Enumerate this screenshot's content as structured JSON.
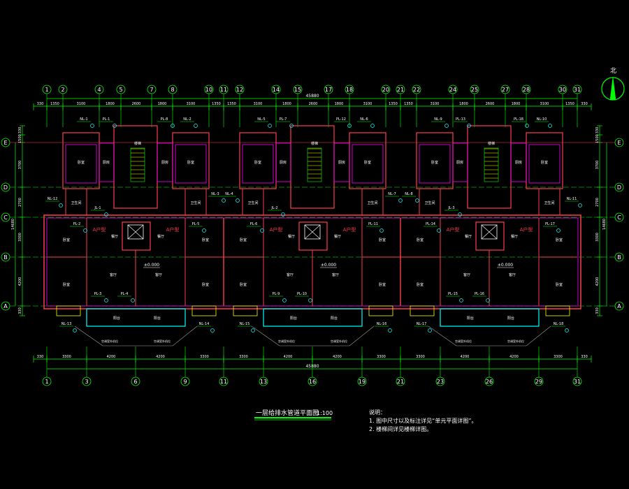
{
  "title": "一层给排水管道平面图",
  "scale": "1:100",
  "north_label": "北",
  "notes": {
    "heading": "说明：",
    "items": [
      "1. 图中尺寸以及标注详见“单元平面详图”。",
      "2. 楼梯间详见楼梯详图。"
    ]
  },
  "total_dimension": "45880",
  "overall_depth": "14680",
  "level_label": "±0.000",
  "top_axes": [
    "1",
    "2",
    "4",
    "5",
    "7",
    "8",
    "10",
    "11",
    "12",
    "14",
    "15",
    "17",
    "18",
    "20",
    "21",
    "22",
    "24",
    "25",
    "27",
    "28",
    "30",
    "31"
  ],
  "top_dims": [
    "330",
    "1350",
    "3100",
    "1800",
    "2600",
    "1800",
    "3100",
    "1350",
    "1350",
    "3100",
    "1800",
    "2600",
    "1800",
    "3100",
    "1350",
    "1350",
    "3100",
    "1800",
    "2600",
    "1800",
    "3100",
    "1350",
    "330"
  ],
  "bottom_axes": [
    "1",
    "3",
    "6",
    "9",
    "11",
    "13",
    "16",
    "19",
    "21",
    "23",
    "26",
    "29",
    "31"
  ],
  "bottom_dims": [
    "330",
    "3300",
    "4200",
    "4200",
    "3300",
    "3300",
    "4200",
    "4200",
    "3300",
    "3300",
    "4200",
    "4200",
    "3300",
    "330"
  ],
  "row_axes": [
    "E",
    "D",
    "C",
    "B",
    "A"
  ],
  "row_dims": [
    "330",
    "1500",
    "3700",
    "2700",
    "3300",
    "4200",
    "330"
  ],
  "unit_type": "A户型",
  "rooms": {
    "bedroom": "卧室",
    "kitchen": "厨房",
    "bath": "卫生间",
    "living": "客厅",
    "dining": "餐厅",
    "balcony": "阳台",
    "stair": "楼梯",
    "ac": "空调室外机位"
  },
  "pipe_tags": [
    "NL-1",
    "PL-1",
    "PL-8",
    "NL-2",
    "NL-5",
    "PL-7",
    "PL-12",
    "NL-6",
    "NL-9",
    "PL-13",
    "PL-18",
    "NL-10",
    "PL-2",
    "PL-5",
    "PL-6",
    "PL-11",
    "PL-14",
    "PL-17",
    "PL-3",
    "PL-4",
    "PL-9",
    "PL-10",
    "PL-15",
    "PL-16",
    "NL-13",
    "NL-14",
    "NL-15",
    "NL-16",
    "NL-17",
    "NL-18",
    "NL-12",
    "NL-3",
    "NL-4",
    "NL-7",
    "NL-8",
    "NL-11",
    "JL-1",
    "JL-2",
    "JL-3"
  ],
  "colors": {
    "bg": "#000000",
    "wall": "#ff3b4f",
    "wall_inner": "#ff00ff",
    "dim": "#00ff00",
    "axis": "#00ff00",
    "text": "#ffffff",
    "pipe": "#ffff00",
    "pipe2": "#00ffff",
    "gray": "#a0a0a0"
  }
}
